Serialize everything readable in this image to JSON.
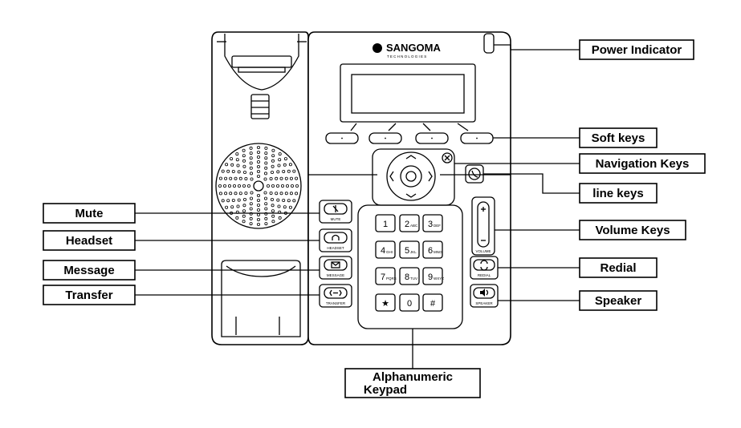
{
  "brand": {
    "name": "SANGOMA",
    "tagline": "T E C H N O L O G I E S"
  },
  "callouts": {
    "power_indicator": "Power Indicator",
    "soft_keys": "Soft keys",
    "navigation_keys": "Navigation Keys",
    "line_keys": "line keys",
    "volume_keys": "Volume Keys",
    "redial": "Redial",
    "speaker": "Speaker",
    "mute": "Mute",
    "headset": "Headset",
    "message": "Message",
    "transfer": "Transfer",
    "alphanumeric_1": "Alphanumeric",
    "alphanumeric_2": "Keypad"
  },
  "button_labels": {
    "mute": "MUTE",
    "headset": "HEADSET",
    "message": "MESSAGE",
    "transfer": "TRANSFER",
    "volume": "VOLUME",
    "redial": "REDIAL",
    "speaker": "SPEAKER"
  },
  "keypad": [
    {
      "main": "1",
      "sub": ""
    },
    {
      "main": "2",
      "sub": "ABC"
    },
    {
      "main": "3",
      "sub": "DEF"
    },
    {
      "main": "4",
      "sub": "GHI"
    },
    {
      "main": "5",
      "sub": "JKL"
    },
    {
      "main": "6",
      "sub": "MNO"
    },
    {
      "main": "7",
      "sub": "PQRS"
    },
    {
      "main": "8",
      "sub": "TUV"
    },
    {
      "main": "9",
      "sub": "WXYZ"
    },
    {
      "main": "★",
      "sub": ""
    },
    {
      "main": "0",
      "sub": ""
    },
    {
      "main": "#",
      "sub": ""
    }
  ],
  "icons": {
    "power": "power-indicator-icon",
    "navigation": "navigation-ring-icon",
    "cancel": "cancel-x-icon",
    "line": "line-key-icon",
    "mute": "mute-microphone-icon",
    "headset": "headset-icon",
    "message": "envelope-icon",
    "transfer": "transfer-icon",
    "redial": "redial-arrows-icon",
    "speaker": "speaker-icon"
  }
}
